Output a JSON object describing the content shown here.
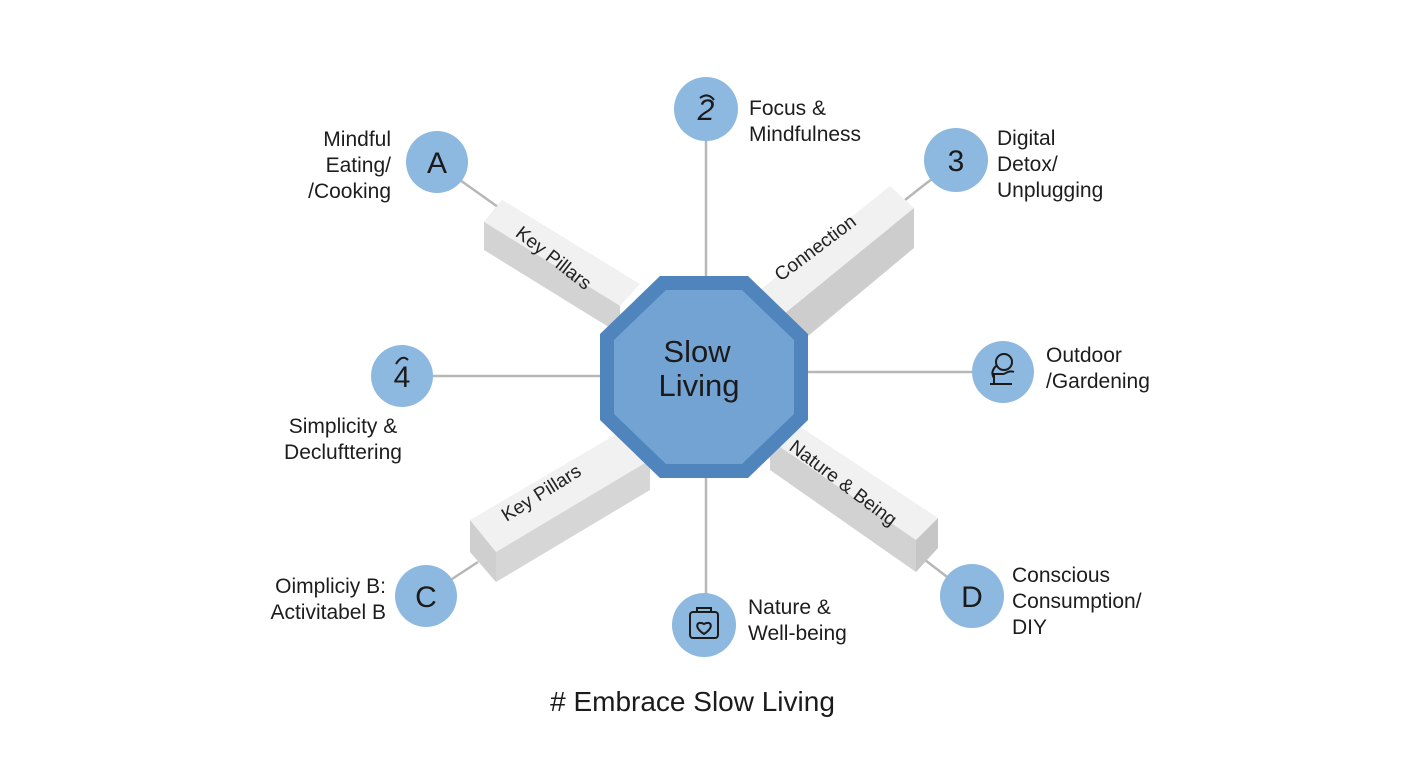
{
  "center": {
    "line1": "Slow",
    "line2": "Living"
  },
  "beams": {
    "top_left": "Key Pillars",
    "top_right": "Connection",
    "bottom_left": "Key Pillars",
    "bottom_right": "Nature & Being"
  },
  "nodes": {
    "a": {
      "marker": "A",
      "label": [
        "Mindful",
        "Eating/",
        "/Cooking"
      ]
    },
    "two": {
      "marker": "2",
      "label": [
        "Focus &",
        "Mindfulness"
      ]
    },
    "three": {
      "marker": "3",
      "label": [
        "Digital",
        "Detox/",
        "Unplugging"
      ]
    },
    "four": {
      "marker": "4",
      "label": [
        "Simplicity &",
        "Declufttering"
      ]
    },
    "outdoor": {
      "icon": "seedling-icon",
      "label": [
        "Outdoor",
        "/Gardening"
      ]
    },
    "c": {
      "marker": "C",
      "label": [
        "Oimpliciy B:",
        "Activitabel B"
      ]
    },
    "nature": {
      "icon": "heart-hands-icon",
      "label": [
        "Nature &",
        "Well-being"
      ]
    },
    "d": {
      "marker": "D",
      "label": [
        "Conscious",
        "Consumption/",
        "DIY"
      ]
    }
  },
  "footer": "# Embrace Slow Living",
  "colors": {
    "node_fill": "#8db8df",
    "octagon_fill": "#6e9fd0",
    "octagon_dark": "#4f84bd",
    "beam_top": "#f2f2f2",
    "beam_side": "#cfcfcf",
    "connector": "#b5b5b5"
  }
}
